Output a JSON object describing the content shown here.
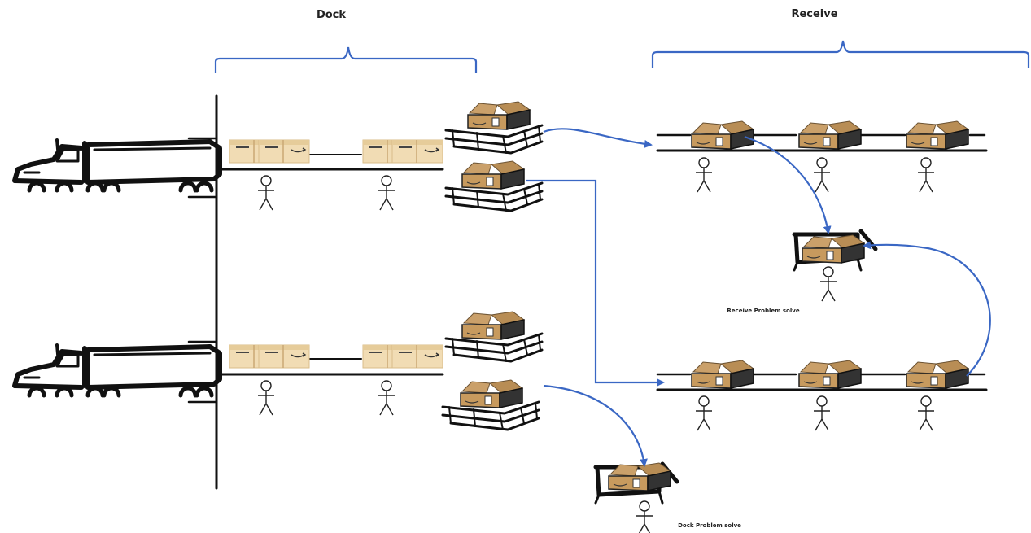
{
  "labels": {
    "dock": "Dock",
    "receive": "Receive",
    "receive_problem_solve": "Receive Problem solve",
    "dock_problem_solve": "Dock Problem solve"
  },
  "colors": {
    "flow_arrow": "#3a67c4",
    "bracket": "#3a67c4",
    "ink": "#111111",
    "box_kraft": "#c79a5e",
    "box_light": "#f1dcb4"
  },
  "icons": [
    "truck-icon",
    "box-icon",
    "open-box-icon",
    "pallet-icon",
    "person-icon",
    "problem-solve-station-icon"
  ]
}
